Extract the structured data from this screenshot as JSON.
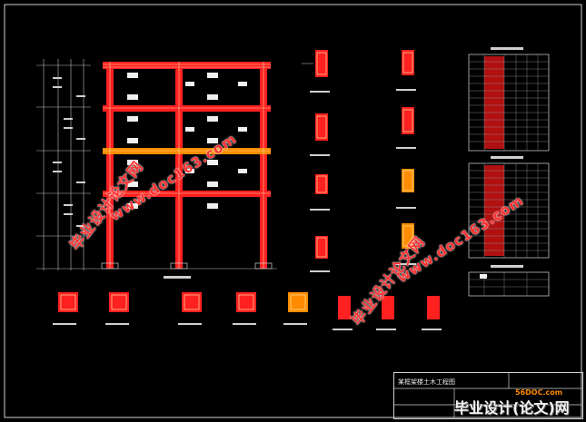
{
  "watermarks": {
    "site_text": "www.doc163.com",
    "cn_text": "毕业设计论文网"
  },
  "title_block": {
    "drawing_title": "某框架楼土木工程图",
    "brand_url": "56DOC.com",
    "brand_text": "毕业设计(论文)网"
  },
  "colors": {
    "background": "#000000",
    "frame_red": "#ff2020",
    "frame_orange": "#ff8c00",
    "line_white": "#d8d8d8",
    "table_fill": "#b01010"
  }
}
